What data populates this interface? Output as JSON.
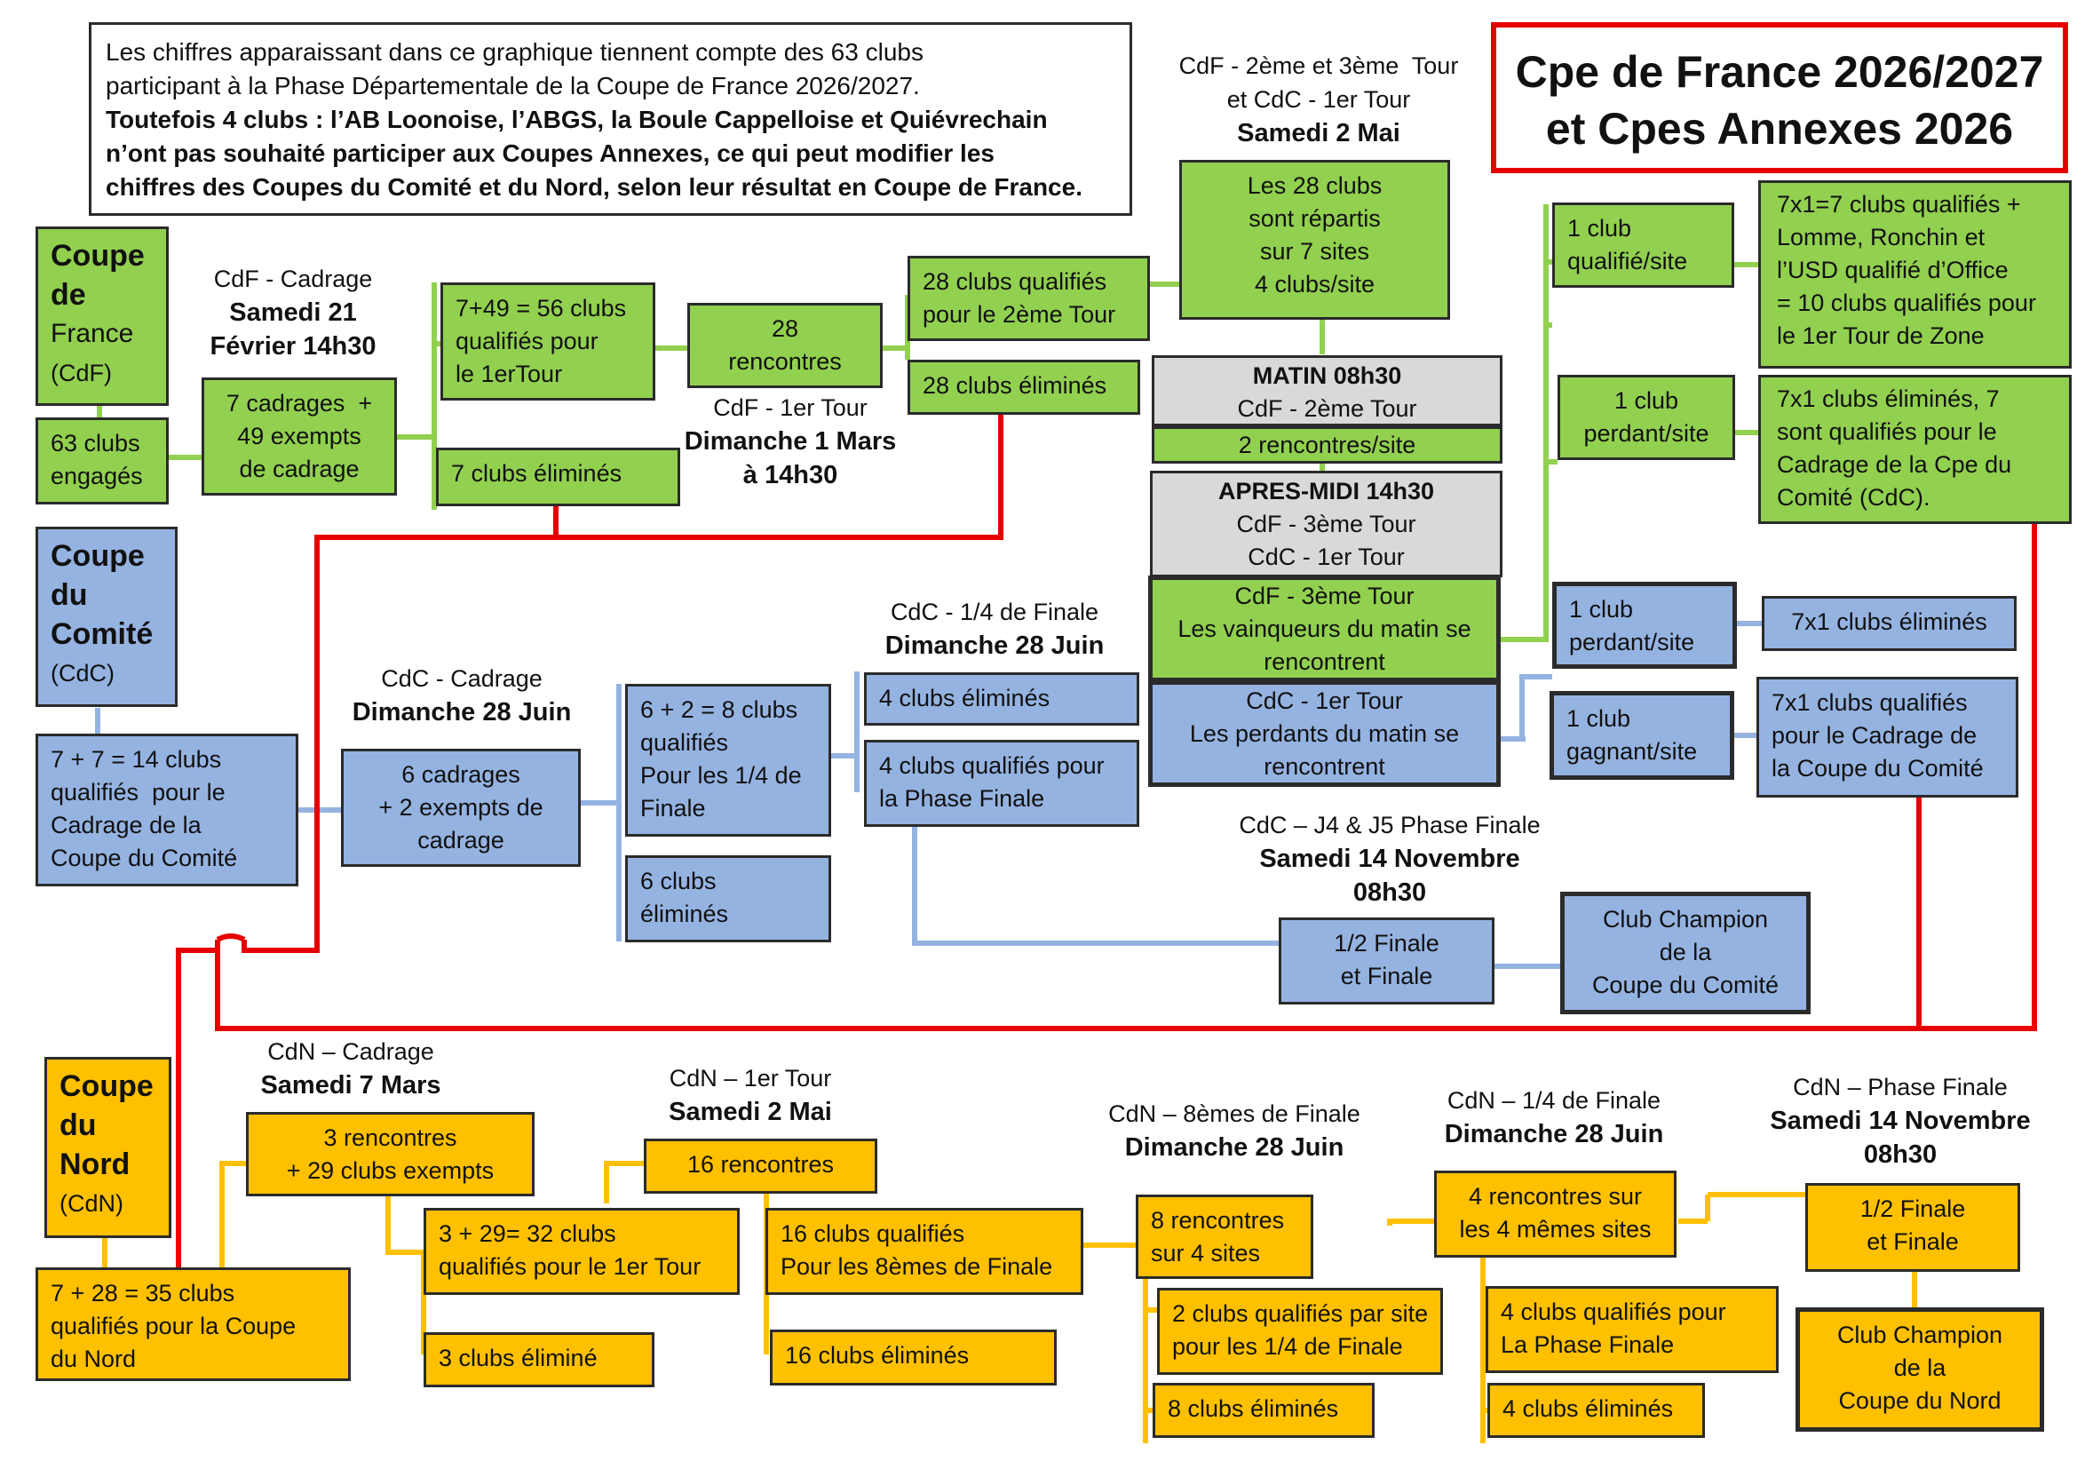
{
  "title": {
    "line1": "Cpe de France 2026/2027",
    "line2": "et Cpes Annexes 2026"
  },
  "note": {
    "l1": "Les chiffres apparaissant dans ce graphique tiennent compte des 63 clubs",
    "l2": "participant à la Phase Départementale de la Coupe de France 2026/2027.",
    "l3": "Toutefois 4 clubs : l’AB Loonoise, l’ABGS, la Boule Cappelloise et Quiévrechain",
    "l4": "n’ont pas souhaité participer aux Coupes Annexes, ce qui peut modifier les",
    "l5": "chiffres des Coupes du Comité et du Nord, selon leur résultat en Coupe de France."
  },
  "colors": {
    "cdf": "#92d050",
    "cdc": "#95b3e1",
    "cdn": "#ffc000",
    "red_line": "#e60000"
  },
  "cdf": {
    "name": [
      "Coupe",
      "de",
      "France",
      "(CdF)"
    ],
    "engaged": [
      "63 clubs",
      "engagés"
    ],
    "cadrage_label": {
      "l1": "CdF - Cadrage",
      "l2": "Samedi 21",
      "l3": "Février 14h30"
    },
    "cadrage_box": [
      "7 cadrages  +",
      "49 exempts",
      "de cadrage"
    ],
    "qualified_1st": [
      "7+49 = 56 clubs",
      "qualifiés pour",
      "le 1erTour"
    ],
    "elim_cadrage": "7 clubs éliminés",
    "round1_box": [
      "28",
      "rencontres"
    ],
    "round1_label": {
      "l1": "CdF - 1er Tour",
      "l2": "Dimanche 1 Mars",
      "l3": "à 14h30"
    },
    "qualified_2nd": [
      "28 clubs qualifiés",
      "pour le 2ème Tour"
    ],
    "elim_round1": "28 clubs éliminés",
    "round23_label": {
      "l1": "CdF - 2ème et 3ème  Tour",
      "l2": "et CdC - 1er Tour",
      "l3": "Samedi 2 Mai"
    },
    "sites_box": [
      "Les 28 clubs",
      "sont répartis",
      "sur 7 sites",
      "4 clubs/site"
    ],
    "morning_title": "MATIN 08h30",
    "morning_round": "CdF - 2ème Tour",
    "morning_matches": "2 rencontres/site",
    "afternoon_title": "APRES-MIDI 14h30",
    "afternoon_l1": "CdF - 3ème Tour",
    "afternoon_l2": "CdC - 1er Tour",
    "winners_title": "CdF - 3ème Tour",
    "winners_text": [
      "Les vainqueurs du matin se",
      "rencontrent"
    ],
    "qualified_site": [
      "1 club",
      "qualifié/site"
    ],
    "loser_site": [
      "1 club",
      "perdant/site"
    ],
    "zone_box": [
      "7x1=7 clubs qualifiés +",
      "Lomme, Ronchin et",
      "l’USD qualifié d’Office",
      "= 10 clubs qualifiés pour",
      "le 1er Tour de Zone"
    ],
    "cdc_box": [
      "7x1 clubs éliminés, 7",
      "sont qualifiés pour le",
      "Cadrage de la Cpe du",
      "Comité (CdC)."
    ]
  },
  "cdc": {
    "name": [
      "Coupe",
      "du",
      "Comité",
      "(CdC)"
    ],
    "qualified": [
      "7 + 7 = 14 clubs",
      "qualifiés  pour le",
      "Cadrage de la",
      "Coupe du Comité"
    ],
    "cadrage_label": {
      "l1": "CdC - Cadrage",
      "l2": "Dimanche 28 Juin"
    },
    "cadrage_box": [
      "6 cadrages",
      "+ 2 exempts de",
      "cadrage"
    ],
    "qualified_qf": [
      "6 + 2 = 8 clubs",
      "qualifiés",
      "Pour les 1/4 de",
      "Finale"
    ],
    "elim_cadrage": [
      "6 clubs",
      "éliminés"
    ],
    "qf_label": {
      "l1": "CdC - 1/4 de Finale",
      "l2": "Dimanche 28 Juin"
    },
    "elim_qf": "4 clubs éliminés",
    "qualified_final": [
      "4 clubs qualifiés pour",
      "la Phase Finale"
    ],
    "losers_title": "CdC - 1er Tour",
    "losers_text": [
      "Les perdants du matin se",
      "rencontrent"
    ],
    "loser_site": [
      "1 club",
      "perdant/site"
    ],
    "winner_site": [
      "1 club",
      "gagnant/site"
    ],
    "elim_r1": "7x1 clubs éliminés",
    "qualified_cadrage": [
      "7x1 clubs qualifiés",
      "pour le Cadrage de",
      "la Coupe du Comité"
    ],
    "final_label": {
      "l1": "CdC – J4 & J5 Phase Finale",
      "l2": "Samedi 14 Novembre",
      "l3": "08h30"
    },
    "final_box": [
      "1/2 Finale",
      "et Finale"
    ],
    "champion": [
      "Club Champion",
      "de la",
      "Coupe du Comité"
    ]
  },
  "cdn": {
    "name": [
      "Coupe",
      "du",
      "Nord",
      "(CdN)"
    ],
    "qualified": [
      "7 + 28 = 35 clubs",
      "qualifiés pour la Coupe",
      "du Nord"
    ],
    "cadrage_label": {
      "l1": "CdN – Cadrage",
      "l2": "Samedi 7 Mars"
    },
    "cadrage_box": [
      "3 rencontres",
      "+ 29 clubs exempts"
    ],
    "qualified_r1": [
      "3 + 29= 32 clubs",
      "qualifiés pour le 1er Tour"
    ],
    "elim_cadrage": "3 clubs éliminé",
    "r1_label": {
      "l1": "CdN – 1er Tour",
      "l2": "Samedi 2 Mai"
    },
    "r1_box": "16 rencontres",
    "qualified_r16": [
      "16 clubs qualifiés",
      "Pour les 8èmes de Finale"
    ],
    "elim_r1": "16 clubs éliminés",
    "r16_label": {
      "l1": "CdN – 8èmes de Finale",
      "l2": "Dimanche 28 Juin"
    },
    "r16_box": [
      "8 rencontres",
      "sur 4 sites"
    ],
    "qualified_qf": [
      "2 clubs qualifiés par site",
      "pour les 1/4 de Finale"
    ],
    "elim_r16": "8 clubs éliminés",
    "qf_label": {
      "l1": "CdN – 1/4 de Finale",
      "l2": "Dimanche 28 Juin"
    },
    "qf_box": [
      "4 rencontres sur",
      "les 4 mêmes sites"
    ],
    "qualified_final": [
      "4 clubs qualifiés pour",
      "La Phase Finale"
    ],
    "elim_qf": "4 clubs éliminés",
    "final_label": {
      "l1": "CdN – Phase Finale",
      "l2": "Samedi 14 Novembre",
      "l3": "08h30"
    },
    "final_box": [
      "1/2 Finale",
      "et Finale"
    ],
    "champion": [
      "Club Champion",
      "de la",
      "Coupe du Nord"
    ]
  }
}
